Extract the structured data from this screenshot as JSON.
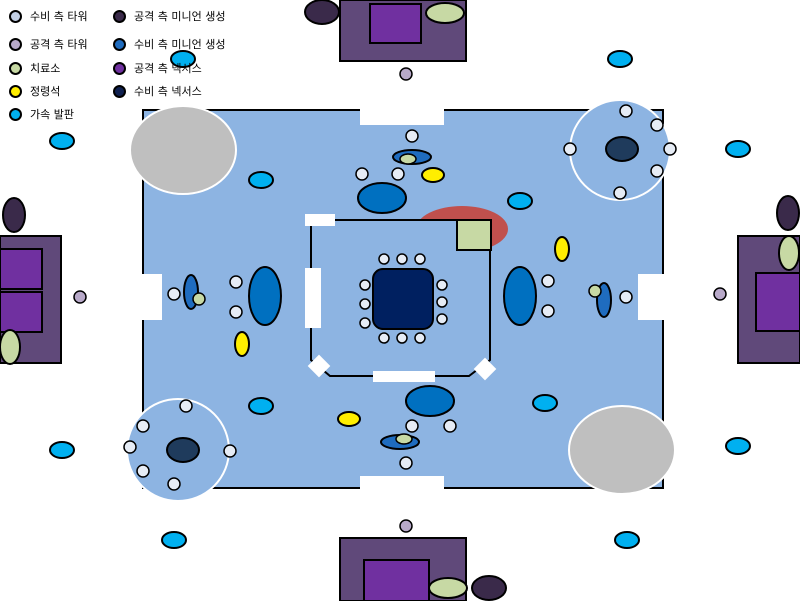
{
  "legend": {
    "items": [
      {
        "label": "수비 측 타워",
        "color": "#c3d0e5",
        "icon": "defense-tower-icon"
      },
      {
        "label": "공격 측 타워",
        "color": "#b8a9c9",
        "icon": "attack-tower-icon"
      },
      {
        "label": "치료소",
        "color": "#c7d9a4",
        "icon": "healing-station-icon"
      },
      {
        "label": "정령석",
        "color": "#ffee00",
        "icon": "spirit-stone-icon"
      },
      {
        "label": "가속 발판",
        "color": "#00b0f0",
        "icon": "speed-pad-icon"
      },
      {
        "label": "공격 측 미니언 생성",
        "color": "#3a2a4a",
        "icon": "attack-minion-spawn-icon"
      },
      {
        "label": "수비 측 미니언 생성",
        "color": "#1f6cbf",
        "icon": "defense-minion-spawn-icon"
      },
      {
        "label": "공격 측 넥서스",
        "color": "#7030a0",
        "icon": "attack-nexus-icon"
      },
      {
        "label": "수비 측 넥서스",
        "color": "#0f2050",
        "icon": "defense-nexus-icon"
      }
    ]
  },
  "colors": {
    "arena": "#8db4e2",
    "attack_base": "#60497a",
    "attack_nexus": "#7030a0",
    "defense_nexus": "#002060",
    "minion_defense": "#0070c0",
    "minion_attack": "#3a2a4a",
    "tower_defense": "#c3d0e5",
    "tower_attack": "#b8a9c9",
    "heal": "#c7d9a4",
    "spirit_stone": "#ffee00",
    "speed_pad": "#00b0f0",
    "gray_zone": "#bfbfbf",
    "red_zone": "#c0504d"
  }
}
